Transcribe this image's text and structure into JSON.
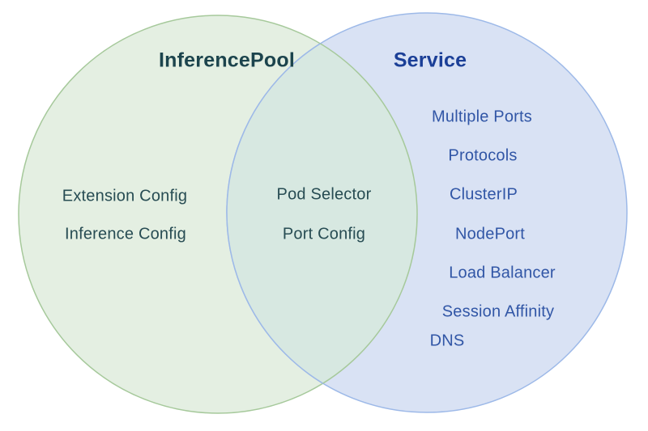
{
  "diagram": {
    "type": "venn",
    "background_color": "#ffffff",
    "left_circle": {
      "title": "InferencePool",
      "fill_color": "#e4efe2",
      "border_color": "#a6c99b",
      "title_color": "#1c444d",
      "item_color": "#274c53",
      "items": [
        "Extension Config",
        "Inference Config"
      ]
    },
    "right_circle": {
      "title": "Service",
      "fill_color": "#d9e2f4",
      "border_color": "#9db9e8",
      "title_color": "#1b3f97",
      "item_color": "#3156a6",
      "items": [
        "Multiple Ports",
        "Protocols",
        "ClusterIP",
        "NodePort",
        "Load Balancer",
        "Session Affinity",
        "DNS"
      ]
    },
    "intersection": {
      "fill_color": "#d7e8e1",
      "item_color": "#274c53",
      "items": [
        "Pod Selector",
        "Port Config"
      ]
    }
  }
}
